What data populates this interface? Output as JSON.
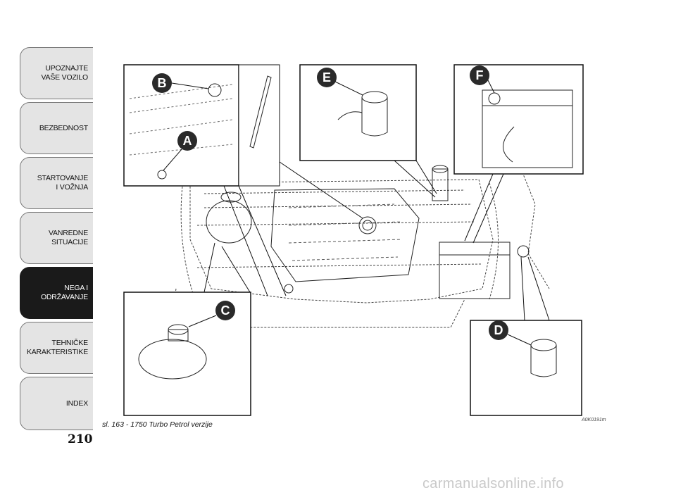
{
  "sidebar": {
    "items": [
      {
        "label": "UPOZNAJTE\nVAŠE VOZILO",
        "active": false
      },
      {
        "label": "BEZBEDNOST",
        "active": false
      },
      {
        "label": "STARTOVANJE\nI VOŽNJA",
        "active": false
      },
      {
        "label": "VANREDNE\nSITUACIJE",
        "active": false
      },
      {
        "label": "NEGA I\nODRŽAVANJE",
        "active": true
      },
      {
        "label": "TEHNIČKE\nKARAKTERISTIKE",
        "active": false
      },
      {
        "label": "INDEX",
        "active": false
      }
    ]
  },
  "page_number": "210",
  "figure": {
    "caption": "sl. 163 - 1750 Turbo Petrol verzije",
    "code": "A0K0191m",
    "callouts": [
      "A",
      "B",
      "C",
      "D",
      "E",
      "F"
    ]
  },
  "watermark": "carmanualsonline.info",
  "colors": {
    "active_tab": "#1a1a1a",
    "inactive_tab": "#e4e4e4",
    "callout": "#2a2a2a"
  }
}
